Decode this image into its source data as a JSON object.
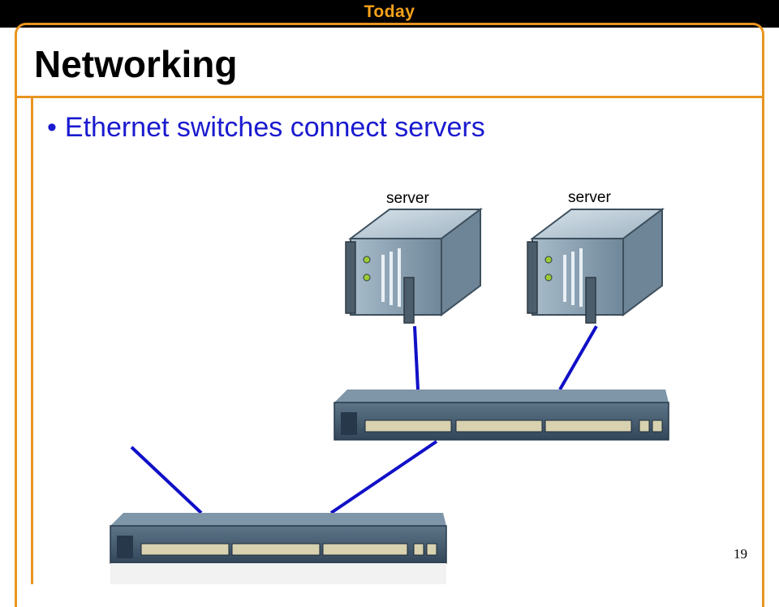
{
  "header": {
    "top_label": "Today"
  },
  "slide": {
    "title": "Networking",
    "bullet": "Ethernet switches connect servers",
    "page_number": "19"
  },
  "diagram": {
    "servers": [
      {
        "label": "server"
      },
      {
        "label": "server"
      }
    ],
    "link_color": "#1010c8",
    "accent_color": "#e8951f"
  }
}
